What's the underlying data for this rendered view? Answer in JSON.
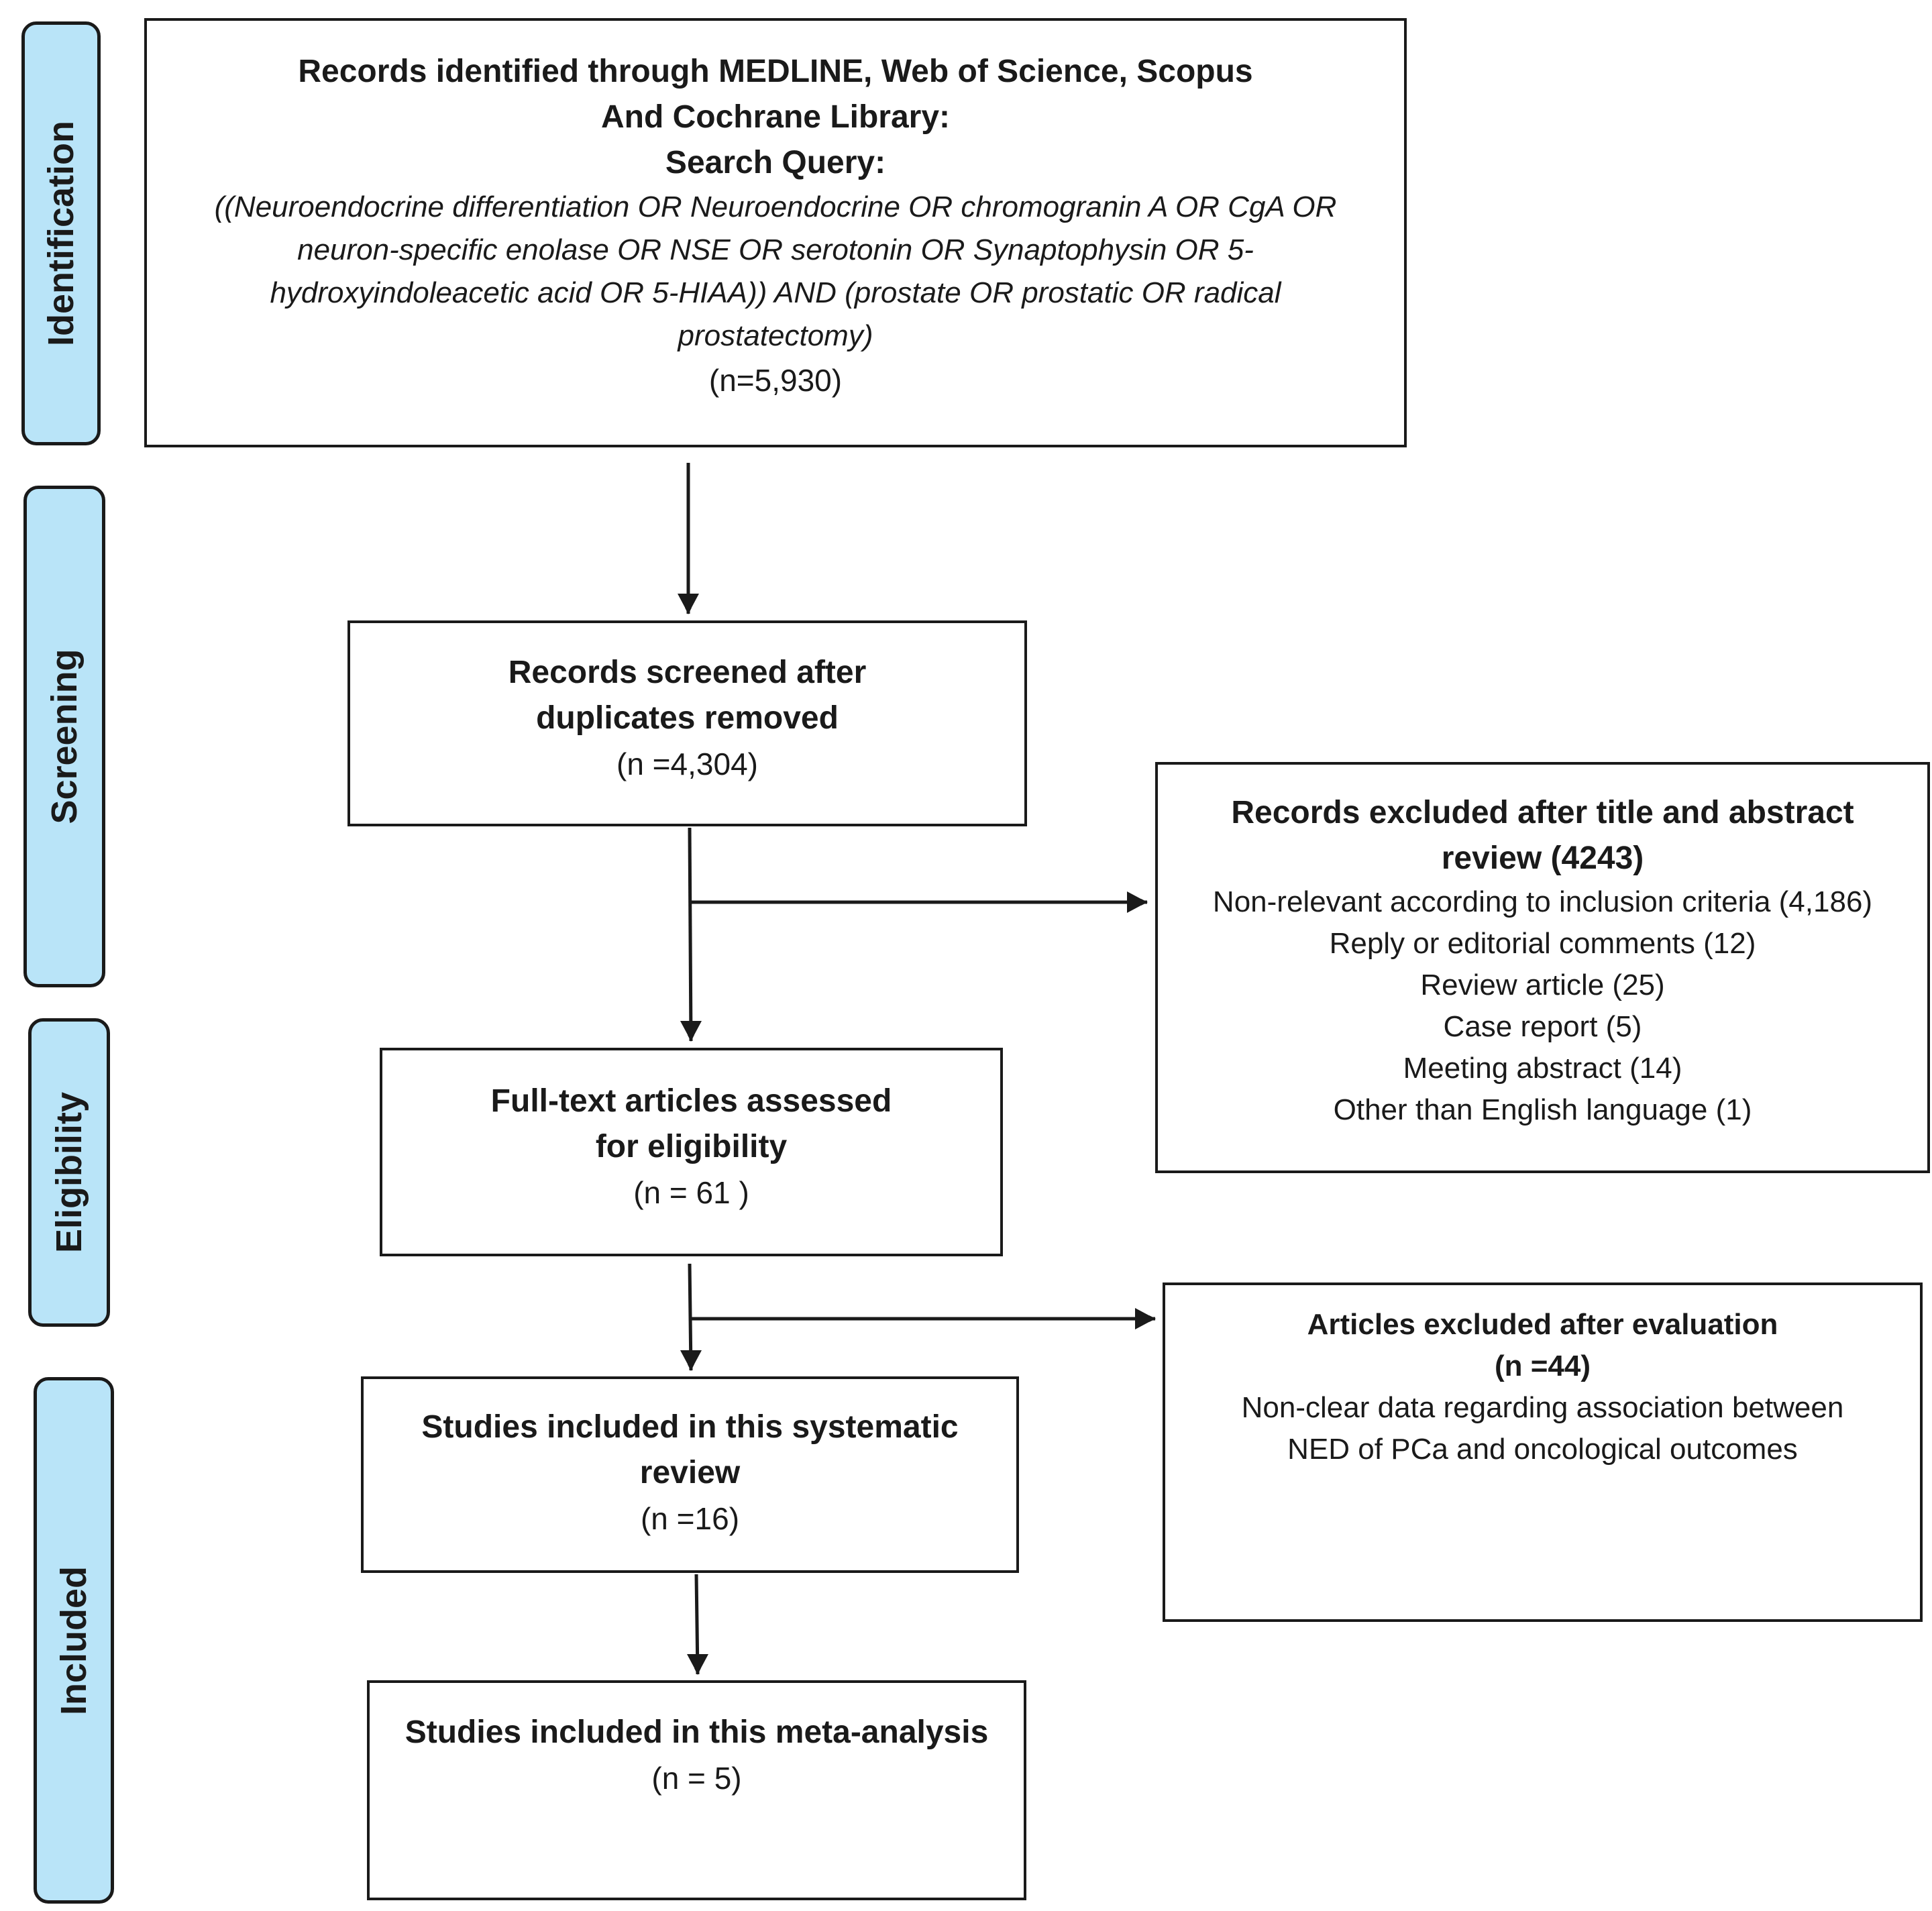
{
  "stages": {
    "identification": "Identification",
    "screening": "Screening",
    "eligibility": "Eligibility",
    "included": "Included"
  },
  "identified": {
    "title_line1": "Records identified through MEDLINE, Web of Science, Scopus",
    "title_line2": "And Cochrane Library:",
    "query_label": "Search Query:",
    "query_lines": [
      "((Neuroendocrine differentiation OR Neuroendocrine OR chromogranin A OR CgA OR",
      "neuron-specific enolase OR NSE OR serotonin OR Synaptophysin OR 5-",
      "hydroxyindoleacetic acid OR 5-HIAA)) AND (prostate OR prostatic OR radical",
      "prostatectomy)"
    ],
    "count": "(n=5,930)"
  },
  "screened": {
    "line1": "Records screened after",
    "line2": "duplicates removed",
    "count": "(n =4,304)"
  },
  "excluded_title_abstract": {
    "title_line1": "Records excluded after title and abstract",
    "title_line2": "review (4243)",
    "reasons": [
      "Non-relevant according to inclusion criteria (4,186)",
      "Reply or editorial comments (12)",
      "Review article (25)",
      "Case report (5)",
      "Meeting abstract (14)",
      "Other than English language (1)"
    ]
  },
  "fulltext": {
    "line1": "Full-text articles assessed",
    "line2": "for eligibility",
    "count": "(n = 61 )"
  },
  "excluded_evaluation": {
    "title": "Articles excluded after evaluation",
    "count": "(n =44)",
    "reason_line1": "Non-clear data regarding association between",
    "reason_line2": "NED of PCa and oncological outcomes"
  },
  "systematic": {
    "line1": "Studies included in this systematic",
    "line2": "review",
    "count": "(n =16)"
  },
  "meta": {
    "line1": "Studies included in this meta-analysis",
    "count": "(n = 5)"
  }
}
